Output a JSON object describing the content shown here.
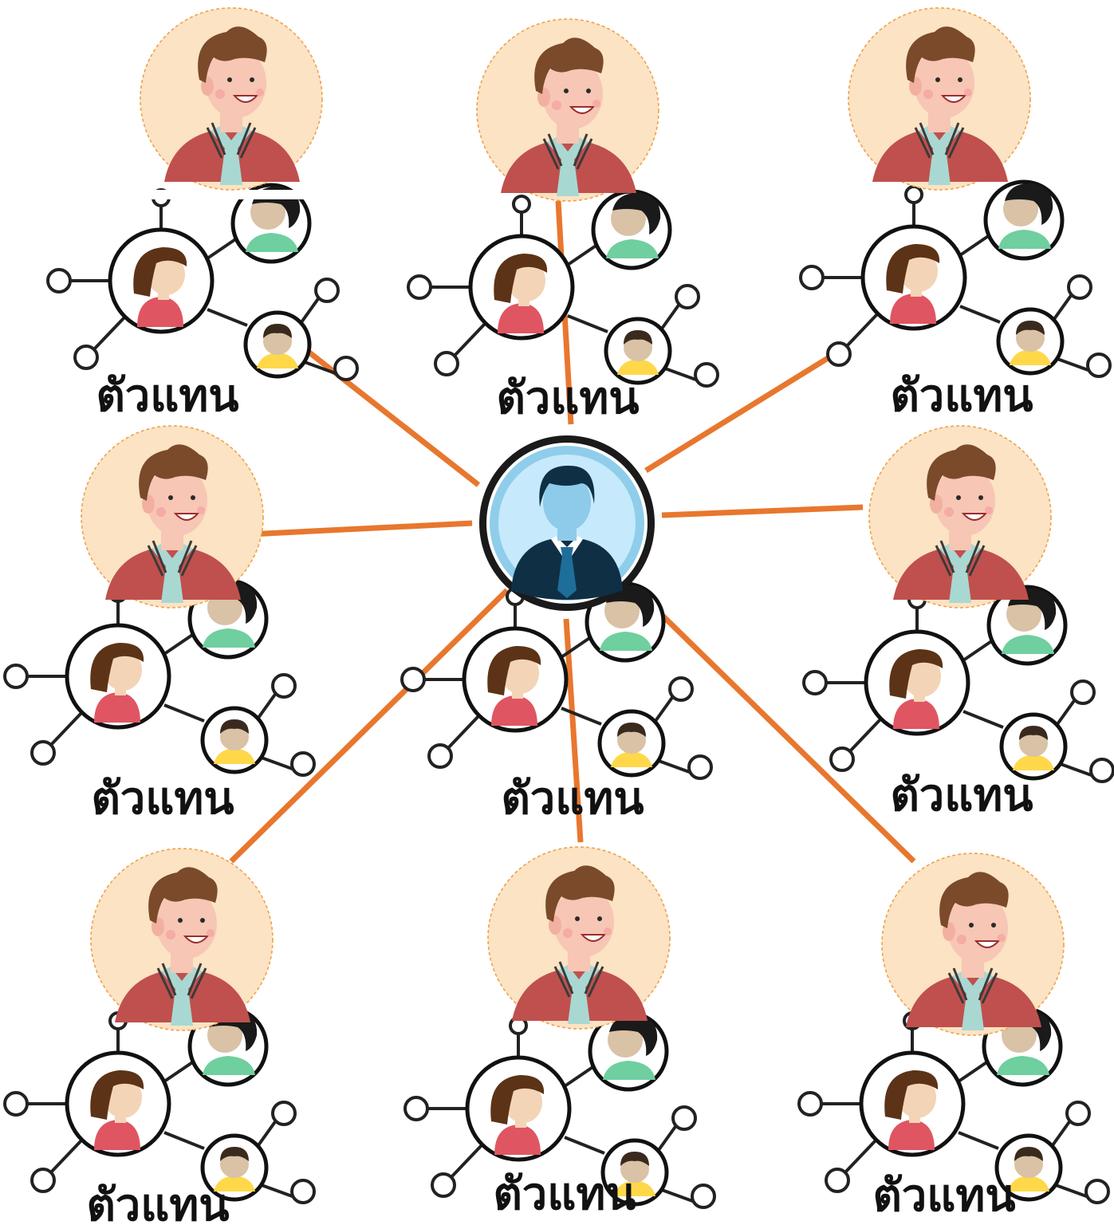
{
  "diagram": {
    "center_node": {
      "icon": "businessman-avatar-icon"
    },
    "agent_label": "ตัวแทน",
    "agents": [
      {
        "id": "agent-top-left",
        "label": "ตัวแทน"
      },
      {
        "id": "agent-top-center",
        "label": "ตัวแทน"
      },
      {
        "id": "agent-top-right",
        "label": "ตัวแทน"
      },
      {
        "id": "agent-middle-left",
        "label": "ตัวแทน"
      },
      {
        "id": "agent-middle-center",
        "label": "ตัวแทน"
      },
      {
        "id": "agent-middle-right",
        "label": "ตัวแทน"
      },
      {
        "id": "agent-bottom-left",
        "label": "ตัวแทน"
      },
      {
        "id": "agent-bottom-center",
        "label": "ตัวแทน"
      },
      {
        "id": "agent-bottom-right",
        "label": "ตัวแทน"
      }
    ],
    "colors": {
      "connector": "#E8772E",
      "avatar_bg": "#FBE3C4",
      "avatar_ring": "#F0A24A",
      "shirt": "#C0504D",
      "hair": "#7A4A2A",
      "skin": "#F7C6B4",
      "tie": "#A9D8D2",
      "center_bg": "#C6EAFB",
      "center_ring": "#1A1A1A",
      "suit": "#0F2F45",
      "network_stroke": "#222222",
      "woman_hair": "#5C3316",
      "woman_shirt": "#E05562",
      "man_shirt": "#6FCF9F",
      "boy_shirt": "#FFD84A"
    }
  }
}
